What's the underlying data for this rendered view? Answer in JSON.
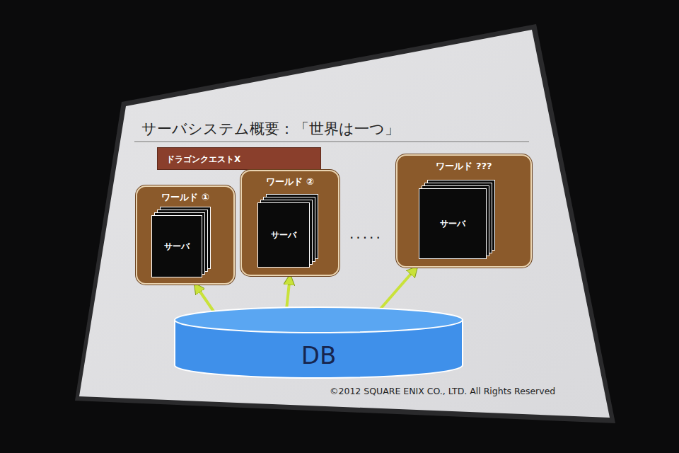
{
  "diagram": {
    "title": "サーバシステム概要：「世界は一つ」",
    "nodes": [
      {
        "text": [
          "ドラゴンクエストX"
        ]
      },
      {
        "text": [
          "ワールド ①"
        ]
      },
      {
        "text": [
          "サーバ"
        ],
        "in": 1
      },
      {
        "text": [
          "ワールド ②"
        ]
      },
      {
        "text": [
          "サーバ"
        ],
        "in": 3
      },
      {
        "text": [
          "ワールド ???"
        ]
      },
      {
        "text": [
          "サーバ"
        ],
        "in": 5
      },
      {
        "text": [
          "DB"
        ]
      }
    ],
    "edges": [
      {
        "from": 1,
        "to": 7,
        "arrow": "both"
      },
      {
        "from": 3,
        "to": 7,
        "arrow": "both"
      },
      {
        "from": 5,
        "to": 7,
        "arrow": "both"
      }
    ],
    "labels": [
      ".....",
      "©2012 SQUARE ENIX CO., LTD. All Rights Reserved"
    ]
  }
}
